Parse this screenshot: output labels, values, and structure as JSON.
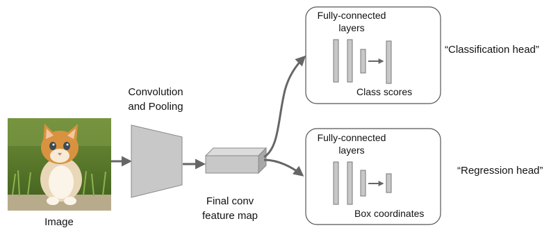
{
  "image_label": "Image",
  "conv_label_line1": "Convolution",
  "conv_label_line2": "and Pooling",
  "feature_label_line1": "Final conv",
  "feature_label_line2": "feature map",
  "classification": {
    "fc_line1": "Fully-connected",
    "fc_line2": "layers",
    "output": "Class scores",
    "head": "“Classification head”"
  },
  "regression": {
    "fc_line1": "Fully-connected",
    "fc_line2": "layers",
    "output": "Box coordinates",
    "head": "“Regression head”"
  },
  "colors": {
    "block_fill": "#c8c8c8",
    "block_stroke": "#888888",
    "arrow": "#666666",
    "box_stroke": "#555555"
  }
}
